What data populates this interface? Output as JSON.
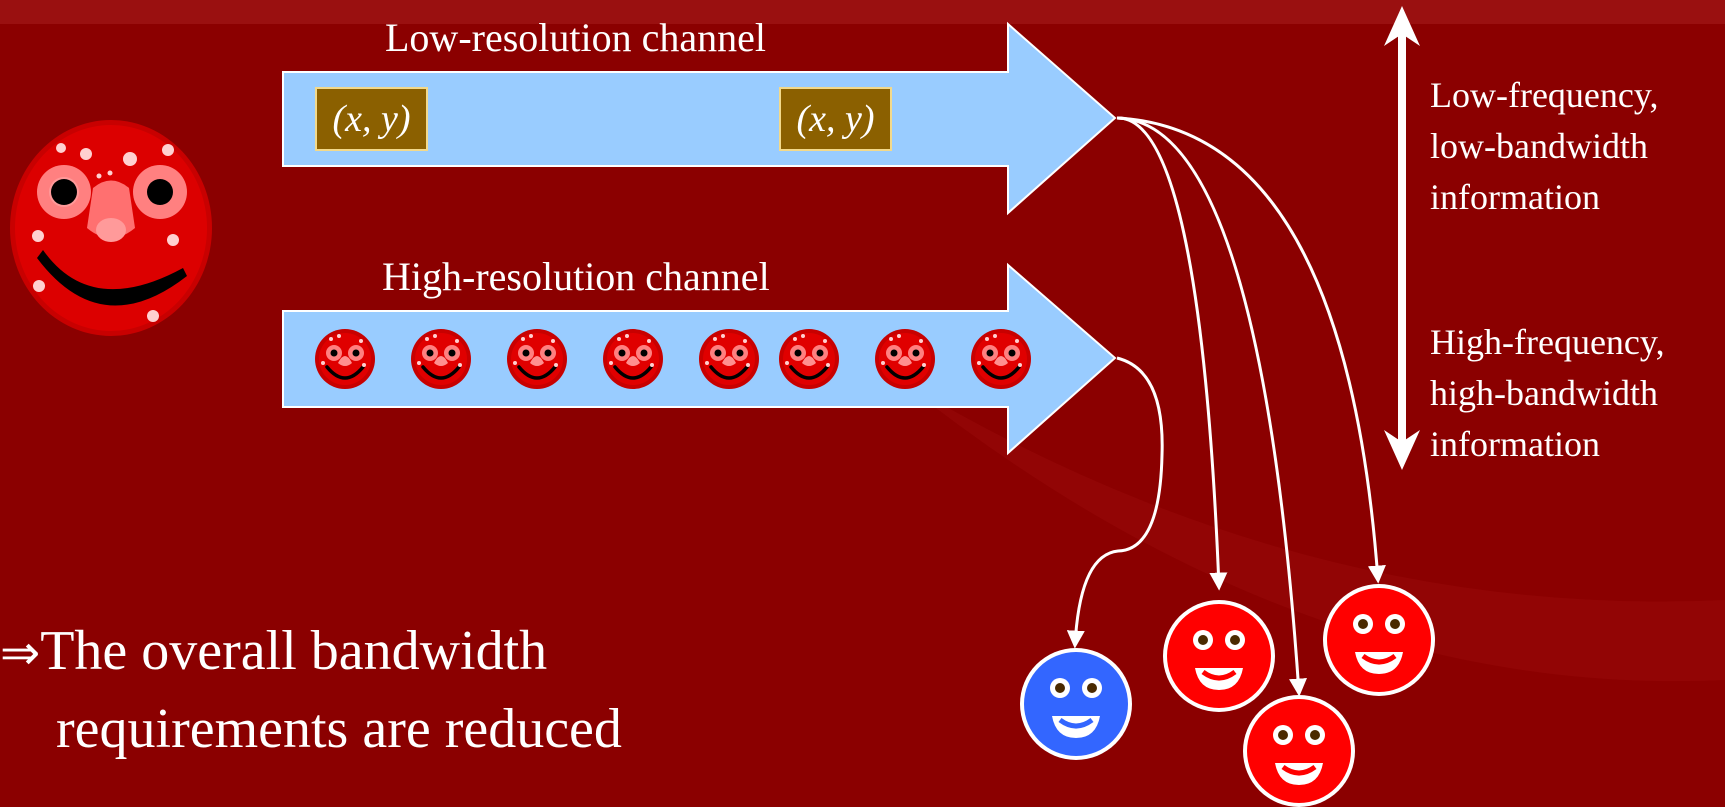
{
  "slide": {
    "low_channel": {
      "title": "Low-resolution channel",
      "coord_left": "(x, y)",
      "coord_right": "(x, y)"
    },
    "high_channel": {
      "title": "High-resolution channel",
      "face_count": 8
    },
    "side_labels": {
      "top": "Low-frequency, low-bandwidth information",
      "bottom": "High-frequency, high-bandwidth information"
    },
    "conclusion": {
      "symbol": "⇒",
      "line1": "The overall bandwidth",
      "line2": "requirements are reduced"
    },
    "colors": {
      "background": "#8b0000",
      "arrow_fill": "#99ccff",
      "coord_box": "#8b6000",
      "face_red": "#ff0000",
      "face_blue": "#3366ff"
    }
  }
}
